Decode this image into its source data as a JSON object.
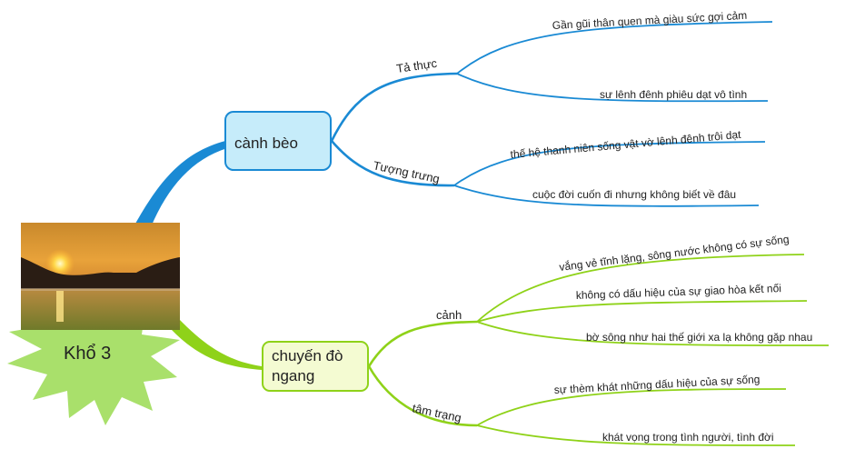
{
  "central": {
    "label": "Khổ 3",
    "image": "sunset-landscape"
  },
  "colors": {
    "blue": "#1a8ad4",
    "green": "#8fd219",
    "star": "#a9e06b"
  },
  "branches": [
    {
      "label": "cành bèo",
      "color": "#1a8ad4",
      "children": [
        {
          "label": "Tả thực",
          "children": [
            "Gần gũi thân quen mà giàu sức gợi cảm",
            "sự lênh đênh phiêu dạt vô tình"
          ]
        },
        {
          "label": "Tượng trưng",
          "children": [
            "thế hệ thanh niên sống vật vờ lênh đênh trôi dạt",
            "cuộc đời cuốn đi nhưng không biết về đâu"
          ]
        }
      ]
    },
    {
      "label": "chuyến đò ngang",
      "label_lines": [
        "chuyến đò",
        "ngang"
      ],
      "color": "#8fd219",
      "children": [
        {
          "label": "cảnh",
          "children": [
            "vắng vẻ tĩnh lặng, sông nước không có sự sống",
            "không có dấu hiệu của sự giao hòa kết nối",
            "bờ sông như hai thế giới xa lạ không gặp nhau"
          ]
        },
        {
          "label": "tâm trạng",
          "children": [
            "sự thèm khát những dấu hiệu của sự sống",
            "khát vọng trong tình người, tình đời"
          ]
        }
      ]
    }
  ]
}
